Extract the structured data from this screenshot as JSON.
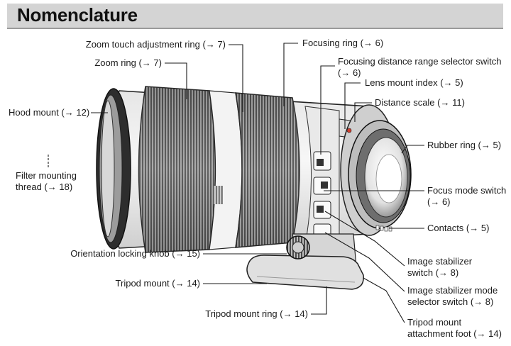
{
  "title": "Nomenclature",
  "labels": {
    "zoom_touch_ring": "Zoom touch adjustment ring (→ 7)",
    "zoom_ring": "Zoom ring (→ 7)",
    "focusing_ring": "Focusing ring (→ 6)",
    "focus_range_switch_l1": "Focusing distance range selector switch",
    "focus_range_switch_l2": "(→ 6)",
    "lens_mount_index": "Lens mount index (→ 5)",
    "distance_scale": "Distance scale (→ 11)",
    "hood_mount": "Hood mount (→ 12)",
    "rubber_ring": "Rubber ring (→ 5)",
    "filter_thread_l1": "Filter mounting",
    "filter_thread_l2": "thread (→ 18)",
    "focus_mode_switch_l1": "Focus mode switch",
    "focus_mode_switch_l2": "(→ 6)",
    "contacts": "Contacts (→ 5)",
    "orientation_knob": "Orientation locking knob (→ 15)",
    "stabilizer_switch_l1": "Image stabilizer",
    "stabilizer_switch_l2": "switch (→ 8)",
    "tripod_mount": "Tripod mount (→ 14)",
    "stabilizer_mode_l1": "Image stabilizer mode",
    "stabilizer_mode_l2": "selector switch (→ 8)",
    "tripod_ring": "Tripod mount ring (→ 14)",
    "tripod_foot_l1": "Tripod mount",
    "tripod_foot_l2": "attachment foot (→ 14)"
  }
}
